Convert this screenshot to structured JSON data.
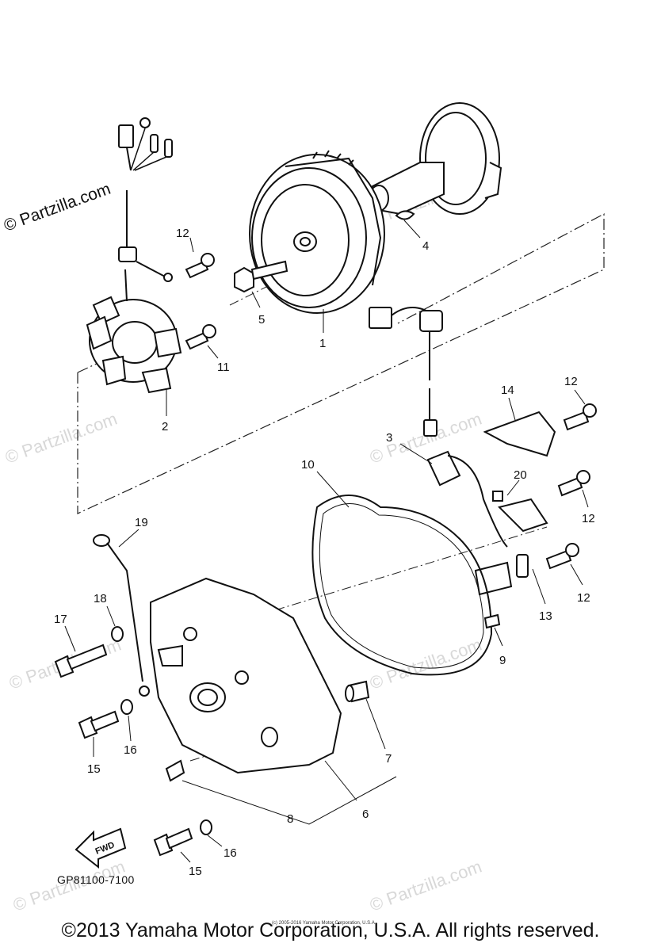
{
  "diagram": {
    "callouts": [
      "1",
      "2",
      "3",
      "4",
      "5",
      "6",
      "7",
      "8",
      "9",
      "10",
      "11",
      "12",
      "12",
      "12",
      "12",
      "13",
      "14",
      "15",
      "15",
      "16",
      "16",
      "17",
      "18",
      "19",
      "20"
    ],
    "fwd_label": "FWD",
    "part_code": "GP81100-7100"
  },
  "watermark": {
    "text": "© Partzilla.com",
    "small_notice": "(c) 2005-2016 Yamaha Motor Corporation, U.S.A."
  },
  "footer": {
    "copyright": "©2013 Yamaha Motor Corporation, U.S.A. All rights reserved."
  }
}
